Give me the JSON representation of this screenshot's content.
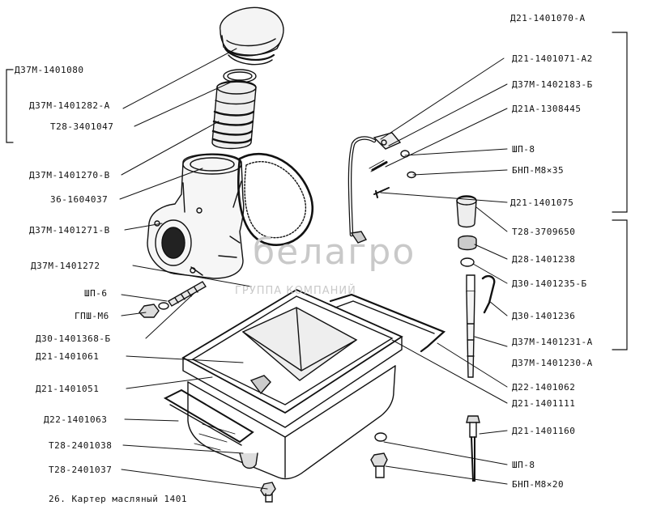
{
  "caption": "26. Картер масляный 1401",
  "watermark": {
    "brand": "белагро",
    "sub": "ГРУППА КОМПАНИЙ"
  },
  "colors": {
    "ink": "#111111",
    "paper": "#ffffff",
    "watermark": "#c9c9c9"
  },
  "labels_left": [
    "Д37М-1401080",
    "Д37М-1401282-А",
    "Т28-3401047",
    "Д37М-1401270-В",
    "36-1604037",
    "Д37М-1401271-В",
    "Д37М-1401272",
    "ШП-6",
    "ГПШ-М6",
    "Д30-1401368-Б",
    "Д21-1401061",
    "Д21-1401051",
    "Д22-1401063",
    "Т28-2401038",
    "Т28-2401037"
  ],
  "labels_right": [
    "Д21-1401070-А",
    "Д21-1401071-А2",
    "Д37М-1402183-Б",
    "Д21А-1308445",
    "ШП-8",
    "БНП-М8×35",
    "Д21-1401075",
    "Т28-3709650",
    "Д28-1401238",
    "Д30-1401235-Б",
    "Д30-1401236",
    "Д37М-1401231-А",
    "Д37М-1401230-А",
    "Д22-1401062",
    "Д21-1401111",
    "Д21-1401160",
    "ШП-8",
    "БНП-М8×20"
  ]
}
